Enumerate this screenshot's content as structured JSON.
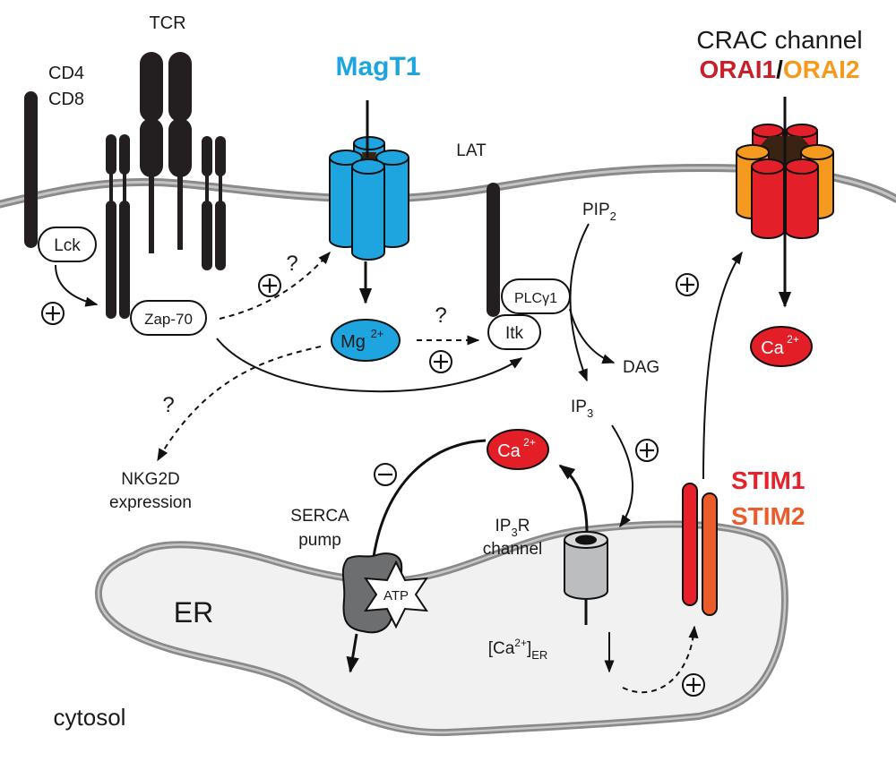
{
  "diagram": {
    "title": "T-cell MagT1 / CRAC channel Mg2+ and Ca2+ signaling",
    "colors": {
      "magt1_blue": "#1ea5e0",
      "orai1_red": "#e3202a",
      "orai2_orange": "#f59a1e",
      "stim1_red": "#e8202a",
      "stim2_orange": "#ec5b2a",
      "calcium_red": "#e31e26",
      "membrane_gray": "#8a8a8a",
      "er_fill": "#f1f1f2",
      "protein_black": "#231f20",
      "serca_gray": "#6d6e70",
      "ip3r_gray": "#bcbdbf",
      "pore_brown": "#3b2314"
    },
    "labels": {
      "tcr": "TCR",
      "cd4": "CD4",
      "cd8": "CD8",
      "magt1": "MagT1",
      "lat": "LAT",
      "crac_channel": "CRAC channel",
      "orai1": "ORAI1",
      "slash": "/",
      "orai2": "ORAI2",
      "pip2": "PIP",
      "pip2_sub": "2",
      "lck": "Lck",
      "zap70": "Zap-70",
      "plcg1": "PLCγ1",
      "itk": "Itk",
      "mg": "Mg",
      "mg_sup": "2+",
      "ca": "Ca",
      "ca_sup": "2+",
      "dag": "DAG",
      "ip3": "IP",
      "ip3_sub": "3",
      "nkg2d_line1": "NKG2D",
      "nkg2d_line2": "expression",
      "serca_line1": "SERCA",
      "serca_line2": "pump",
      "atp": "ATP",
      "ip3r_line1_a": "IP",
      "ip3r_line1_sub": "3",
      "ip3r_line1_b": "R",
      "ip3r_line2": "channel",
      "ca_er_open": "[Ca",
      "ca_er_sup": "2+",
      "ca_er_close": "]",
      "ca_er_sub": "ER",
      "stim1": "STIM1",
      "stim2": "STIM2",
      "er": "ER",
      "cytosol": "cytosol"
    },
    "symbols": {
      "question": "?",
      "plus": "plus-sign",
      "minus": "minus-sign"
    }
  }
}
